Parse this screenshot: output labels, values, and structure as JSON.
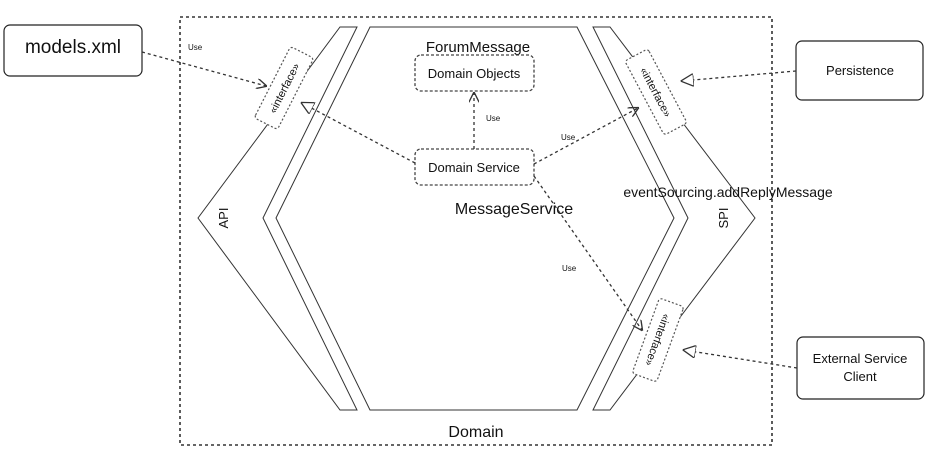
{
  "outer_container": {
    "label": "Domain"
  },
  "hexagon": {
    "title": "ForumMessage",
    "inner_label": "MessageService"
  },
  "api_band": {
    "label": "API",
    "interface_label": "«interface»"
  },
  "spi_band": {
    "label": "SPI",
    "interface_top_label": "«interface»",
    "interface_bottom_label": "«interface»",
    "method_label": "eventSourcing.addReplyMessage"
  },
  "domain_objects": {
    "label": "Domain Objects"
  },
  "domain_service": {
    "label": "Domain Service"
  },
  "external_boxes": {
    "models_xml": "models.xml",
    "persistence": "Persistence",
    "external_service_line1": "External Service",
    "external_service_line2": "Client"
  },
  "edges": {
    "use_models": "Use",
    "use_domain_objects": "Use",
    "use_spi_top": "Use",
    "use_spi_bottom": "Use"
  },
  "colors": {
    "stroke": "#333333",
    "text": "#111111",
    "background": "#ffffff"
  }
}
